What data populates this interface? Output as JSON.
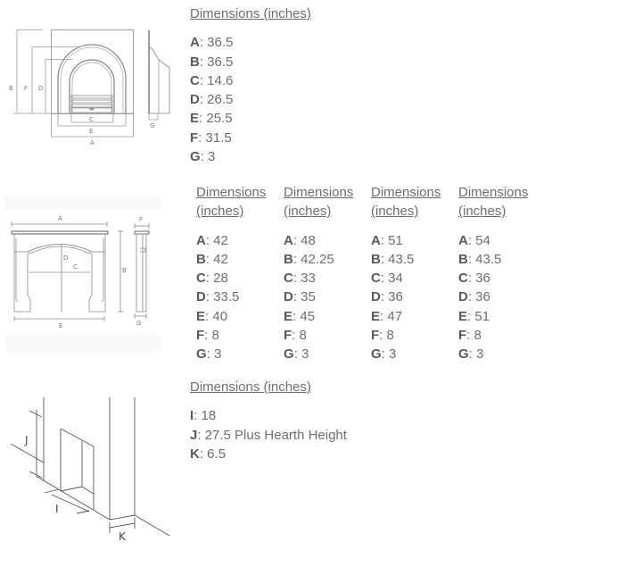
{
  "sections": [
    {
      "diagram": "arched-insert-fireplace-diagram",
      "diagram_labels": [
        "A",
        "B",
        "C",
        "D",
        "E",
        "F",
        "G"
      ],
      "tables": [
        {
          "header": "Dimensions (inches)",
          "rows": [
            {
              "key": "A",
              "value": ": 36.5"
            },
            {
              "key": "B",
              "value": ": 36.5"
            },
            {
              "key": "C",
              "value": ": 14.6"
            },
            {
              "key": "D",
              "value": ": 26.5"
            },
            {
              "key": "E",
              "value": ": 25.5"
            },
            {
              "key": "F",
              "value": ": 31.5"
            },
            {
              "key": "G",
              "value": ": 3"
            }
          ]
        }
      ]
    },
    {
      "diagram": "mantel-surround-diagram",
      "diagram_labels": [
        "A",
        "B",
        "C",
        "D",
        "E",
        "F",
        "G"
      ],
      "tables": [
        {
          "header_line1": "Dimensions",
          "header_line2": "(inches)",
          "rows": [
            {
              "key": "A",
              "value": ": 42"
            },
            {
              "key": "B",
              "value": ": 42"
            },
            {
              "key": "C",
              "value": ": 28"
            },
            {
              "key": "D",
              "value": ": 33.5"
            },
            {
              "key": "E",
              "value": ": 40"
            },
            {
              "key": "F",
              "value": ": 8"
            },
            {
              "key": "G",
              "value": ": 3"
            }
          ]
        },
        {
          "header_line1": "Dimensions",
          "header_line2": "(inches)",
          "rows": [
            {
              "key": "A",
              "value": ": 48"
            },
            {
              "key": "B",
              "value": ": 42.25"
            },
            {
              "key": "C",
              "value": ": 33"
            },
            {
              "key": "D",
              "value": ": 35"
            },
            {
              "key": "E",
              "value": ": 45"
            },
            {
              "key": "F",
              "value": ": 8"
            },
            {
              "key": "G",
              "value": ": 3"
            }
          ]
        },
        {
          "header_line1": "Dimensions",
          "header_line2": "(inches)",
          "rows": [
            {
              "key": "A",
              "value": ": 51"
            },
            {
              "key": "B",
              "value": ": 43.5"
            },
            {
              "key": "C",
              "value": ": 34"
            },
            {
              "key": "D",
              "value": ": 36"
            },
            {
              "key": "E",
              "value": ": 47"
            },
            {
              "key": "F",
              "value": ": 8"
            },
            {
              "key": "G",
              "value": ": 3"
            }
          ]
        },
        {
          "header_line1": "Dimensions",
          "header_line2": "(inches)",
          "rows": [
            {
              "key": "A",
              "value": ": 54"
            },
            {
              "key": "B",
              "value": ": 43.5"
            },
            {
              "key": "C",
              "value": ": 36"
            },
            {
              "key": "D",
              "value": ": 36"
            },
            {
              "key": "E",
              "value": ": 51"
            },
            {
              "key": "F",
              "value": ": 8"
            },
            {
              "key": "G",
              "value": ": 3"
            }
          ]
        }
      ]
    },
    {
      "diagram": "wall-opening-isometric-diagram",
      "diagram_labels": [
        "I",
        "J",
        "K"
      ],
      "tables": [
        {
          "header": "Dimensions (inches)",
          "rows": [
            {
              "key": "I",
              "value": ": 18"
            },
            {
              "key": "J",
              "value": ": 27.5 Plus Hearth Height"
            },
            {
              "key": "K",
              "value": ": 6.5"
            }
          ]
        }
      ]
    }
  ],
  "colors": {
    "text": "#6e6e6e",
    "key_text": "#5a5a5a",
    "line": "#8a8a8a",
    "band": "#fbfaf8"
  }
}
